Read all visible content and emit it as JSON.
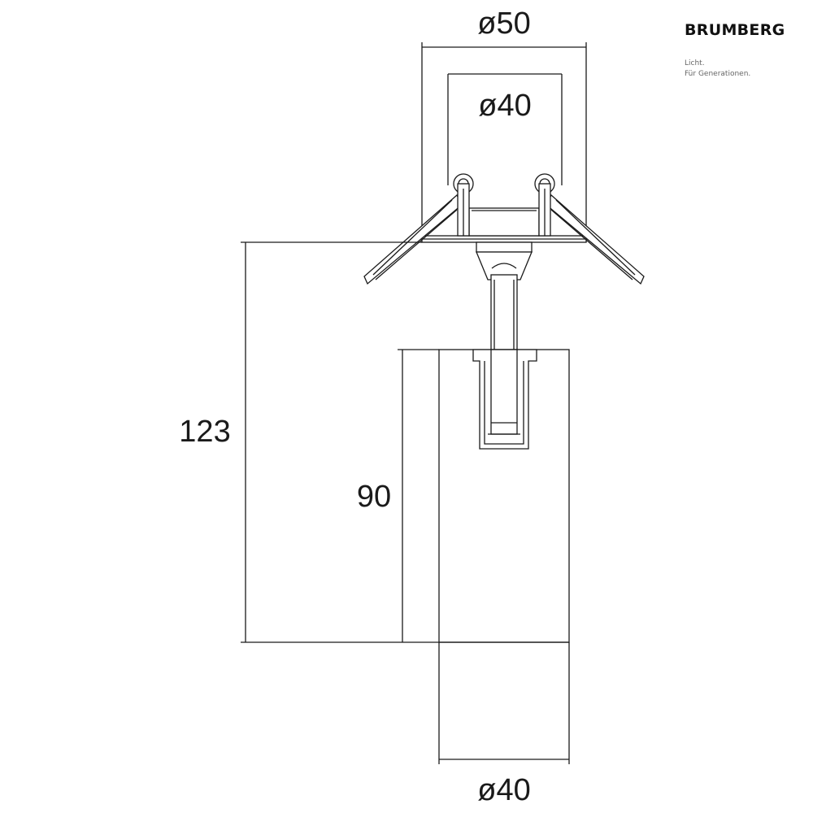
{
  "brand": {
    "name": "BRUMBERG",
    "tagline_1": "Licht.",
    "tagline_2": "Für Generationen."
  },
  "dimensions": {
    "outer_diameter": "ø50",
    "inner_diameter": "ø40",
    "overall_height": "123",
    "body_height": "90",
    "body_diameter": "ø40"
  },
  "colors": {
    "line": "#1a1a1a",
    "background": "#ffffff"
  }
}
